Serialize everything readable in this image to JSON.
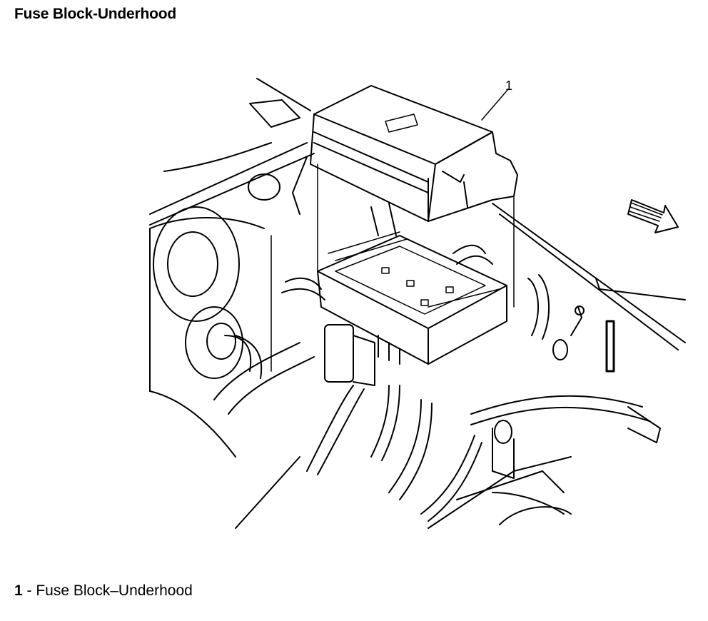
{
  "title": "Fuse Block-Underhood",
  "callout": "1",
  "legend": {
    "number": "1",
    "separator": " - ",
    "text": "Fuse Block–Underhood"
  }
}
